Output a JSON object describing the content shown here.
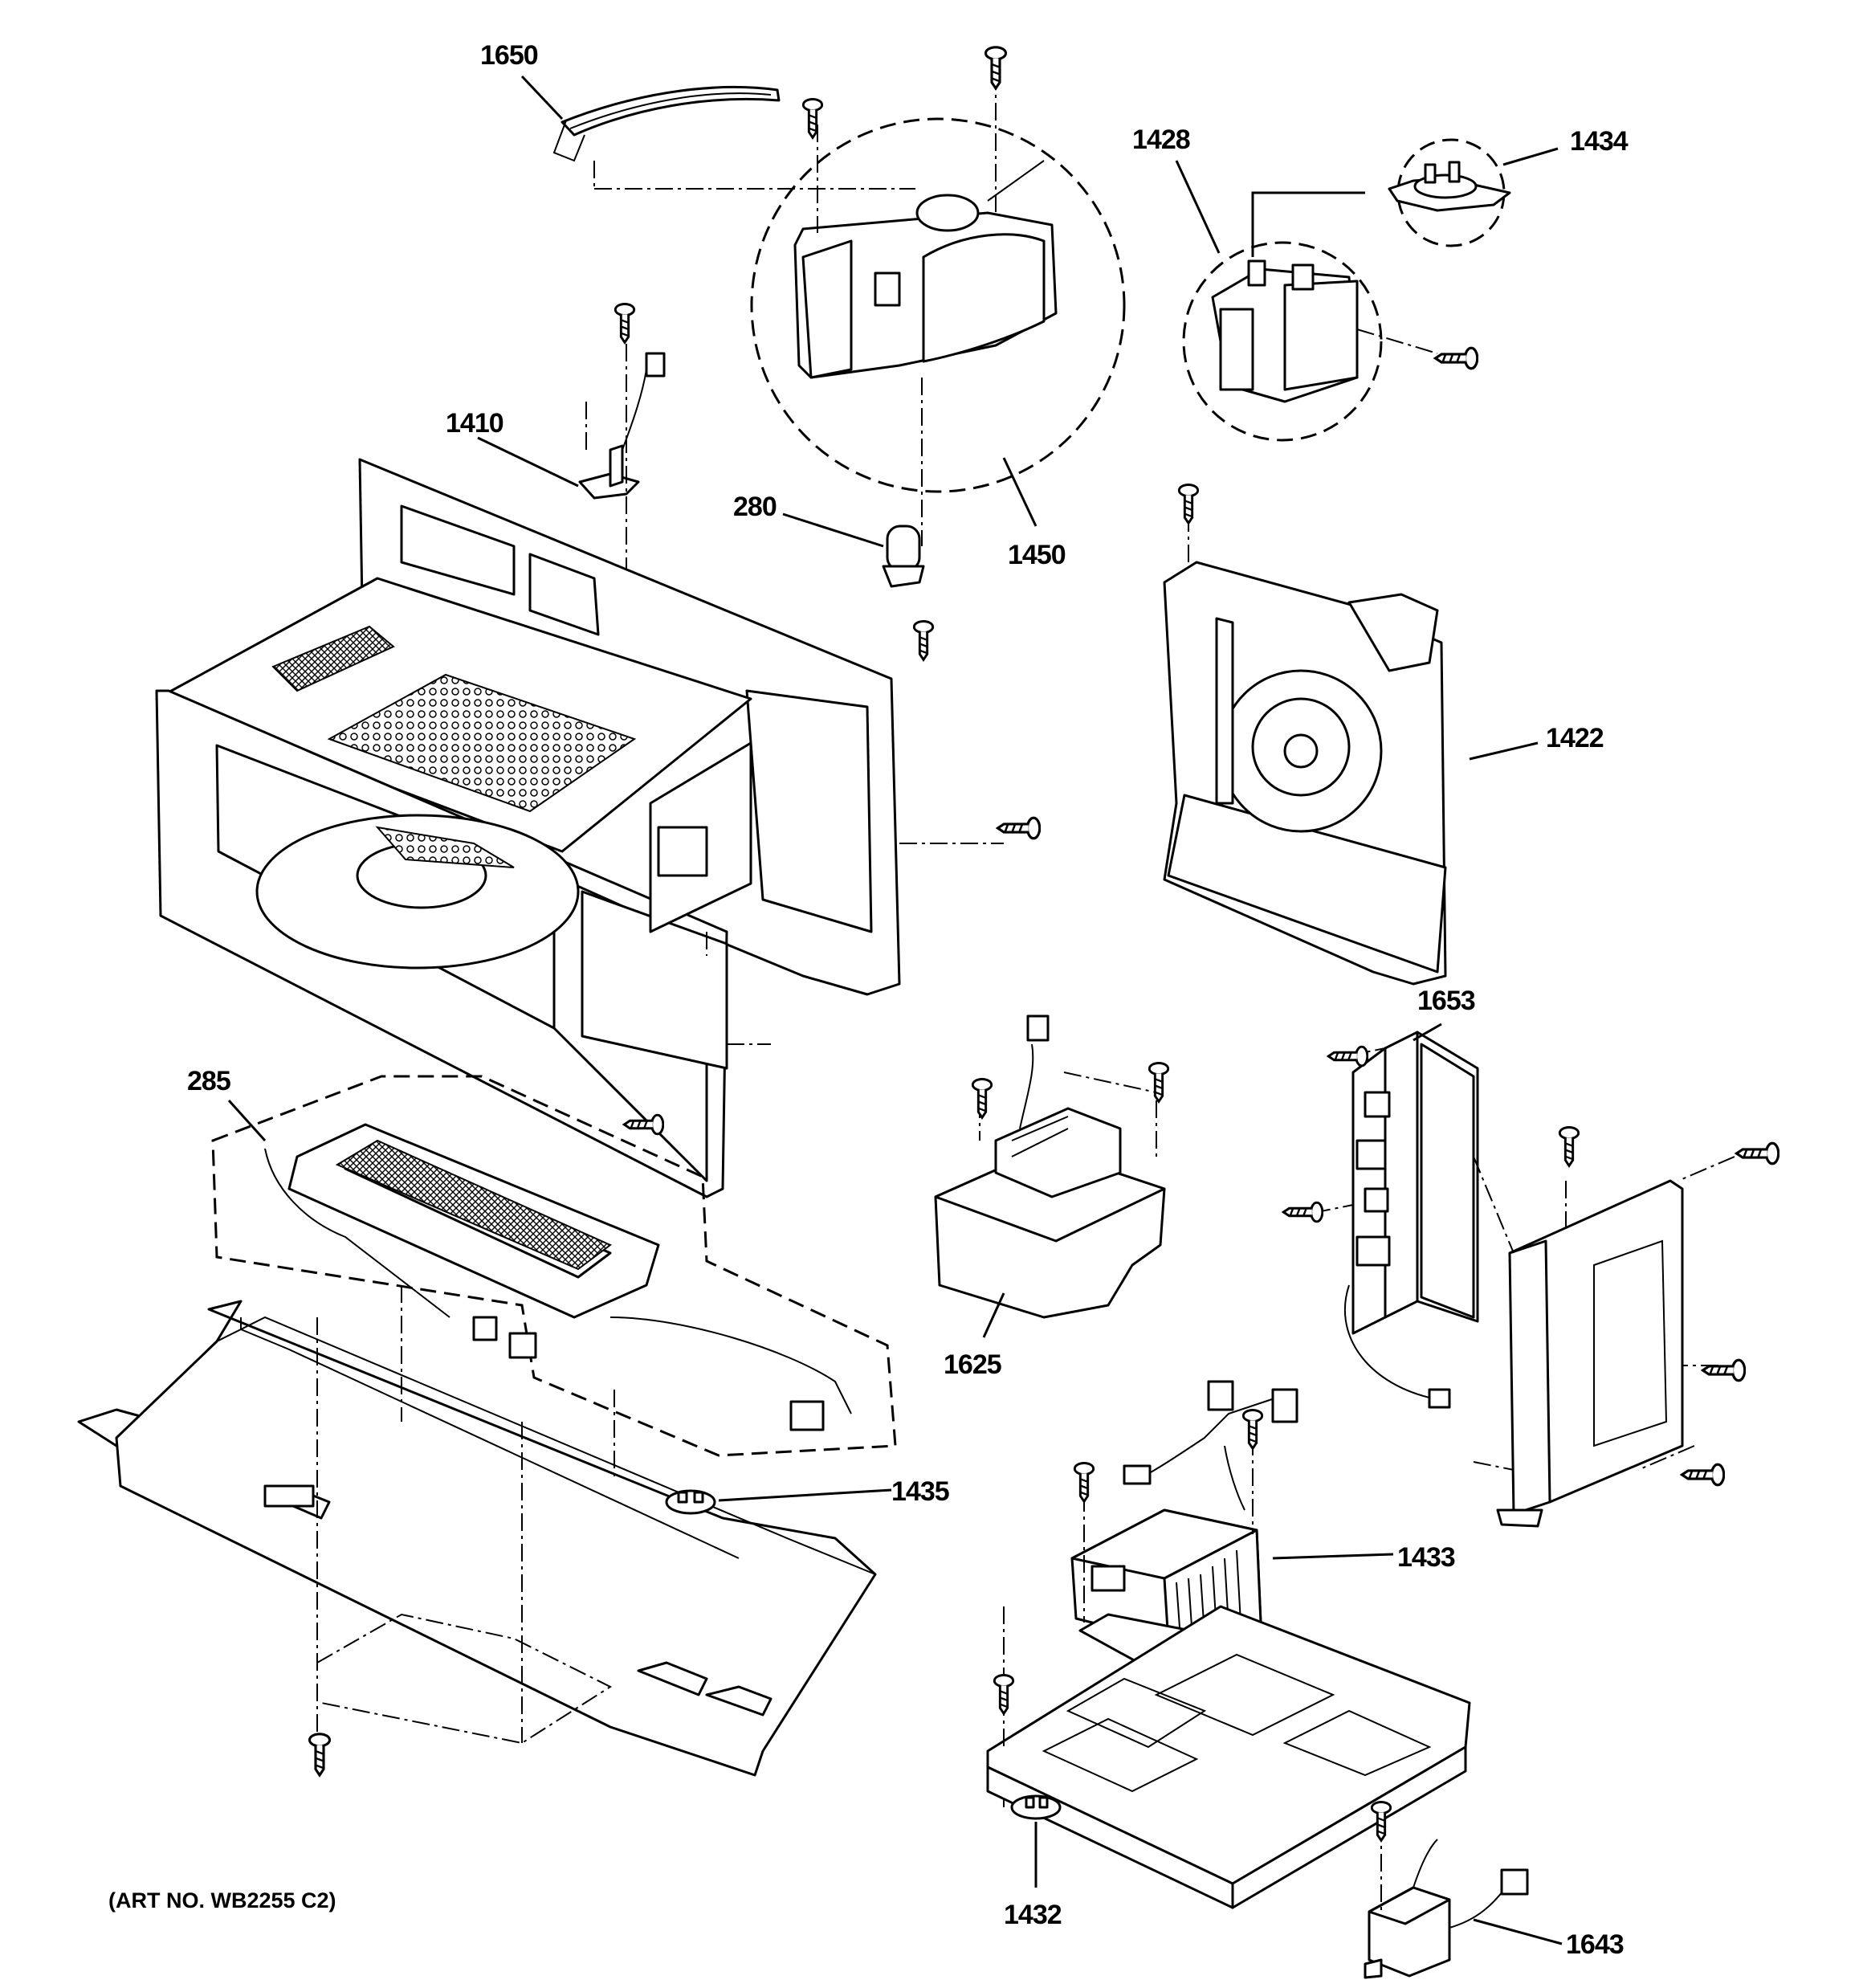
{
  "diagram": {
    "art_number": "(ART NO. WB2255 C2)",
    "callouts": {
      "c1650": "1650",
      "c1428": "1428",
      "c1434": "1434",
      "c1410": "1410",
      "c280": "280",
      "c1450": "1450",
      "c1422": "1422",
      "c285": "285",
      "c1653": "1653",
      "c1625": "1625",
      "c1435": "1435",
      "c1433": "1433",
      "c1432": "1432",
      "c1643": "1643"
    }
  }
}
